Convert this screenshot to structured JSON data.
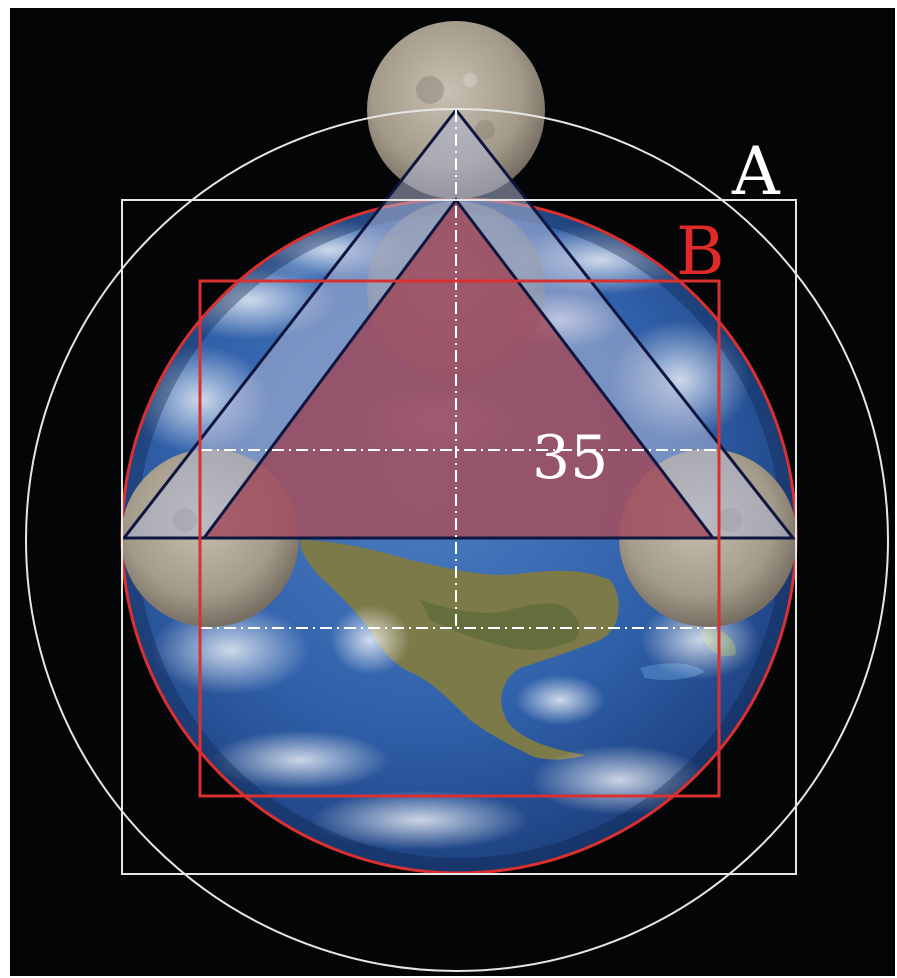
{
  "labels": {
    "a": "A",
    "b": "B",
    "number": "35"
  },
  "colors": {
    "background": "#030507",
    "outer_frame": "#ffffff",
    "label_a": "#ffffff",
    "label_b": "#e02a2a",
    "square_b": "#d93030",
    "earth_outline": "#d93030",
    "triangle_stroke": "#0f1740",
    "inner_triangle_fill": "#a03a4a",
    "outer_triangle_fill": "#aeb6d4",
    "dash_lines": "#ffffff",
    "ocean": "#2f5fa8",
    "land": "#7d7a4a",
    "moon": "#a49a8a"
  },
  "elements": {
    "earth": "earth-globe",
    "moon_count": 4
  }
}
